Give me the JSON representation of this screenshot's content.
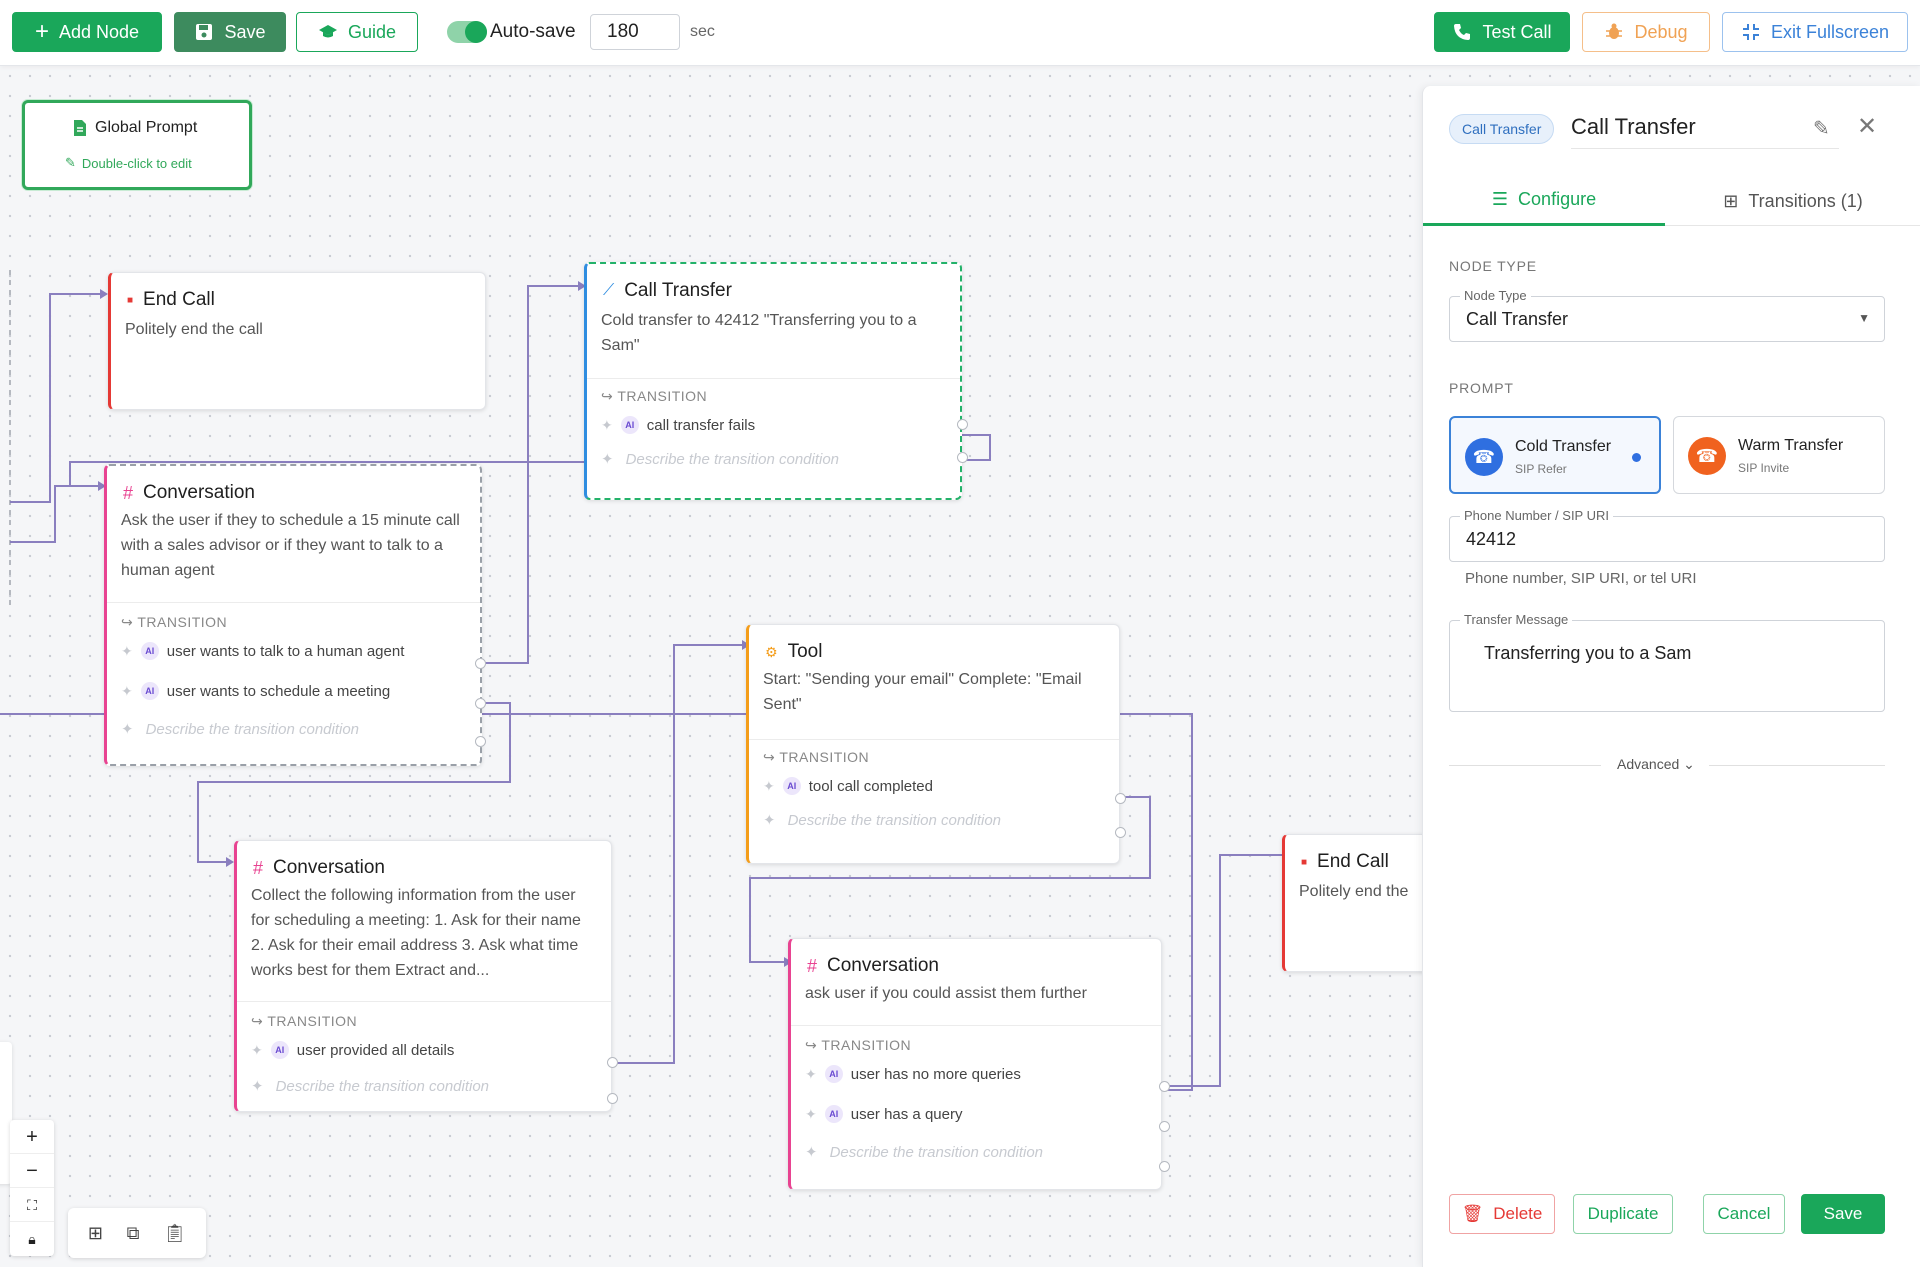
{
  "toolbar": {
    "add_node": "Add Node",
    "save": "Save",
    "guide": "Guide",
    "autosave_label": "Auto-save",
    "autosave_value": "180",
    "autosave_unit": "sec",
    "test_call": "Test Call",
    "debug": "Debug",
    "exit_fullscreen": "Exit Fullscreen"
  },
  "global_prompt": {
    "title": "Global Prompt",
    "hint": "Double-click to edit"
  },
  "nodes": {
    "end_call_1": {
      "title": "End Call",
      "desc": "Politely end the call"
    },
    "call_transfer": {
      "title": "Call Transfer",
      "desc": "Cold transfer to 42412 \"Transferring you to a Sam\"",
      "transition_label": "TRANSITION",
      "transitions": [
        "call transfer fails"
      ],
      "placeholder": "Describe the transition condition"
    },
    "conversation_1": {
      "title": "Conversation",
      "desc": "Ask the user if they to schedule a 15 minute call with a sales advisor or if they want to talk to a human agent",
      "transition_label": "TRANSITION",
      "transitions": [
        "user wants to talk to a human agent",
        "user wants to schedule a meeting"
      ],
      "placeholder": "Describe the transition condition"
    },
    "tool": {
      "title": "Tool",
      "desc": "Start: \"Sending your email\" Complete: \"Email Sent\"",
      "transition_label": "TRANSITION",
      "transitions": [
        "tool call completed"
      ],
      "placeholder": "Describe the transition condition"
    },
    "conversation_2": {
      "title": "Conversation",
      "desc": "Collect the following information from the user for scheduling a meeting: 1. Ask for their name 2. Ask for their email address 3. Ask what time works best for them Extract and...",
      "transition_label": "TRANSITION",
      "transitions": [
        "user provided all details"
      ],
      "placeholder": "Describe the transition condition"
    },
    "conversation_3": {
      "title": "Conversation",
      "desc": "ask user if you could assist them further",
      "transition_label": "TRANSITION",
      "transitions": [
        "user has no more queries",
        "user has a query"
      ],
      "placeholder": "Describe the transition condition"
    },
    "end_call_2": {
      "title": "End Call",
      "desc": "Politely end the"
    }
  },
  "ai_badge": "AI",
  "panel": {
    "chip": "Call Transfer",
    "title": "Call Transfer",
    "tabs": {
      "configure": "Configure",
      "transitions": "Transitions (1)"
    },
    "node_type_section": "NODE TYPE",
    "node_type_label": "Node Type",
    "node_type_value": "Call Transfer",
    "prompt_section": "PROMPT",
    "cold_title": "Cold Transfer",
    "cold_sub": "SIP Refer",
    "warm_title": "Warm Transfer",
    "warm_sub": "SIP Invite",
    "phone_label": "Phone Number / SIP URI",
    "phone_value": "42412",
    "phone_helper": "Phone number, SIP URI, or tel URI",
    "message_label": "Transfer Message",
    "message_value": "Transferring you to a Sam",
    "advanced": "Advanced",
    "delete": "Delete",
    "duplicate": "Duplicate",
    "cancel": "Cancel",
    "save": "Save"
  },
  "colors": {
    "primary_green": "#1aa75a",
    "conversation_accent": "#e84391",
    "end_accent": "#e53935",
    "tool_accent": "#f49d1a",
    "transfer_accent": "#2f8de0",
    "edge_color": "#8a7fbf"
  }
}
